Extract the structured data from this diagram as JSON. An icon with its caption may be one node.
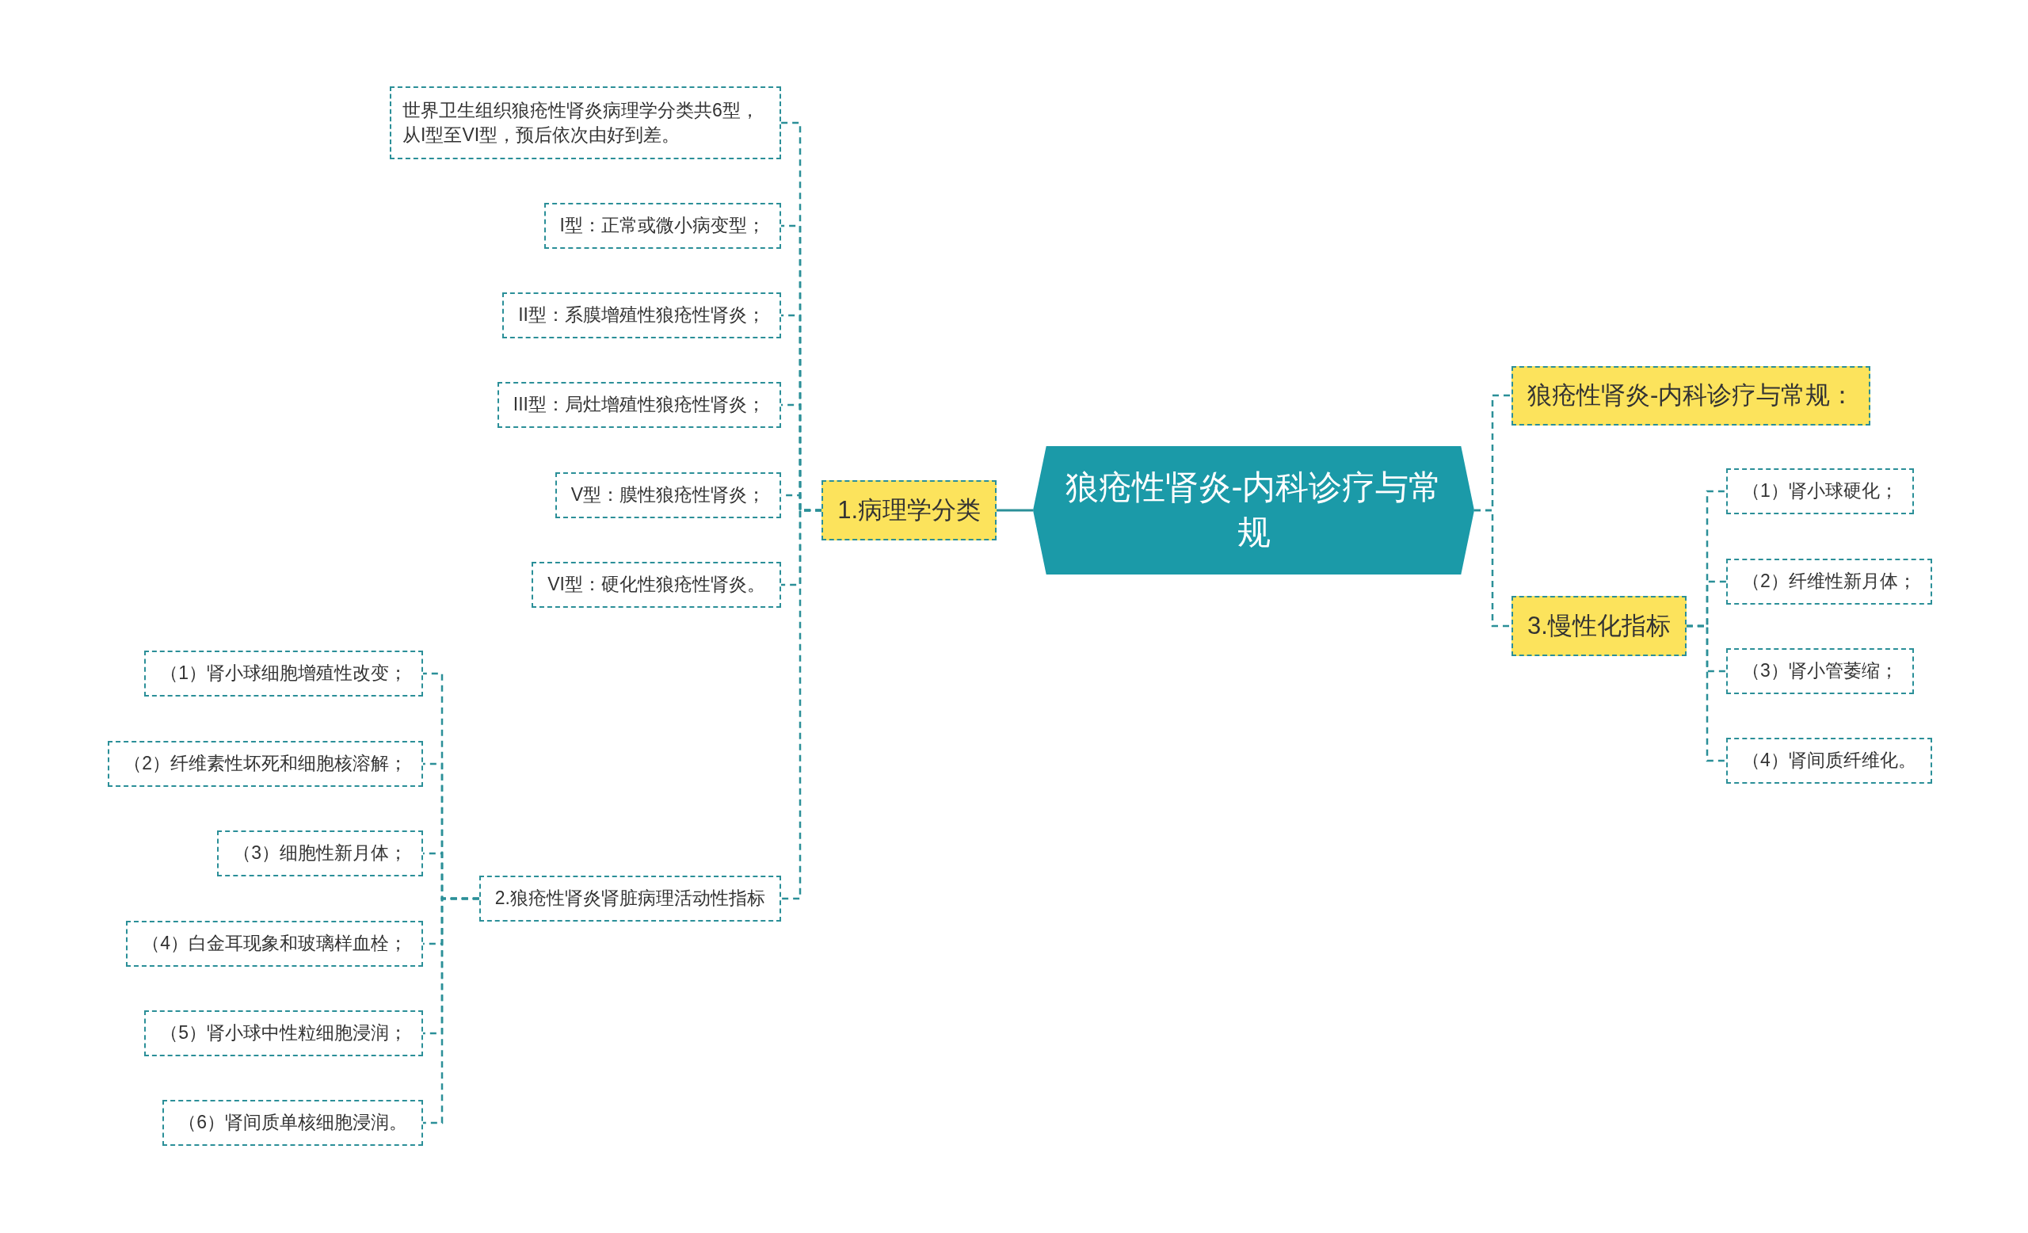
{
  "diagram": {
    "nodes": [
      {
        "text": [
          "狼疮性肾炎-内科诊疗与常规"
        ]
      },
      {
        "text": [
          "1.病理学分类"
        ]
      },
      {
        "text": [
          "世界卫生组织狼疮性肾炎病理学分类共6型，从I型至VI型，预后依次由好到差。"
        ]
      },
      {
        "text": [
          "I型：正常或微小病变型；"
        ]
      },
      {
        "text": [
          "II型：系膜增殖性狼疮性肾炎；"
        ]
      },
      {
        "text": [
          "III型：局灶增殖性狼疮性肾炎；"
        ]
      },
      {
        "text": [
          "V型：膜性狼疮性肾炎；"
        ]
      },
      {
        "text": [
          "VI型：硬化性狼疮性肾炎。"
        ]
      },
      {
        "text": [
          "2.狼疮性肾炎肾脏病理活动性指标"
        ]
      },
      {
        "text": [
          "（1）肾小球细胞增殖性改变；"
        ]
      },
      {
        "text": [
          "（2）纤维素性坏死和细胞核溶解；"
        ]
      },
      {
        "text": [
          "（3）细胞性新月体；"
        ]
      },
      {
        "text": [
          "（4）白金耳现象和玻璃样血栓；"
        ]
      },
      {
        "text": [
          "（5）肾小球中性粒细胞浸润；"
        ]
      },
      {
        "text": [
          "（6）肾间质单核细胞浸润。"
        ]
      },
      {
        "text": [
          "狼疮性肾炎-内科诊疗与常规："
        ]
      },
      {
        "text": [
          "3.慢性化指标"
        ]
      },
      {
        "text": [
          "（1）肾小球硬化；"
        ]
      },
      {
        "text": [
          "（2）纤维性新月体；"
        ]
      },
      {
        "text": [
          "（3）肾小管萎缩；"
        ]
      },
      {
        "text": [
          "（4）肾间质纤维化。"
        ]
      }
    ],
    "edges": [
      {
        "from": 0,
        "to": 1,
        "arrow": "none"
      },
      {
        "from": 1,
        "to": 2,
        "arrow": "none",
        "style": "dashed"
      },
      {
        "from": 1,
        "to": 3,
        "arrow": "none",
        "style": "dashed"
      },
      {
        "from": 1,
        "to": 4,
        "arrow": "none",
        "style": "dashed"
      },
      {
        "from": 1,
        "to": 5,
        "arrow": "none",
        "style": "dashed"
      },
      {
        "from": 1,
        "to": 6,
        "arrow": "none",
        "style": "dashed"
      },
      {
        "from": 1,
        "to": 7,
        "arrow": "none",
        "style": "dashed"
      },
      {
        "from": 1,
        "to": 8,
        "arrow": "none",
        "style": "dashed"
      },
      {
        "from": 8,
        "to": 9,
        "arrow": "none",
        "style": "dashed"
      },
      {
        "from": 8,
        "to": 10,
        "arrow": "none",
        "style": "dashed"
      },
      {
        "from": 8,
        "to": 11,
        "arrow": "none",
        "style": "dashed"
      },
      {
        "from": 8,
        "to": 12,
        "arrow": "none",
        "style": "dashed"
      },
      {
        "from": 8,
        "to": 13,
        "arrow": "none",
        "style": "dashed"
      },
      {
        "from": 8,
        "to": 14,
        "arrow": "none",
        "style": "dashed"
      },
      {
        "from": 0,
        "to": 15,
        "arrow": "none",
        "style": "dashed"
      },
      {
        "from": 0,
        "to": 16,
        "arrow": "none",
        "style": "dashed"
      },
      {
        "from": 16,
        "to": 17,
        "arrow": "none",
        "style": "dashed"
      },
      {
        "from": 16,
        "to": 18,
        "arrow": "none",
        "style": "dashed"
      },
      {
        "from": 16,
        "to": 19,
        "arrow": "none",
        "style": "dashed"
      },
      {
        "from": 16,
        "to": 20,
        "arrow": "none",
        "style": "dashed"
      }
    ]
  }
}
